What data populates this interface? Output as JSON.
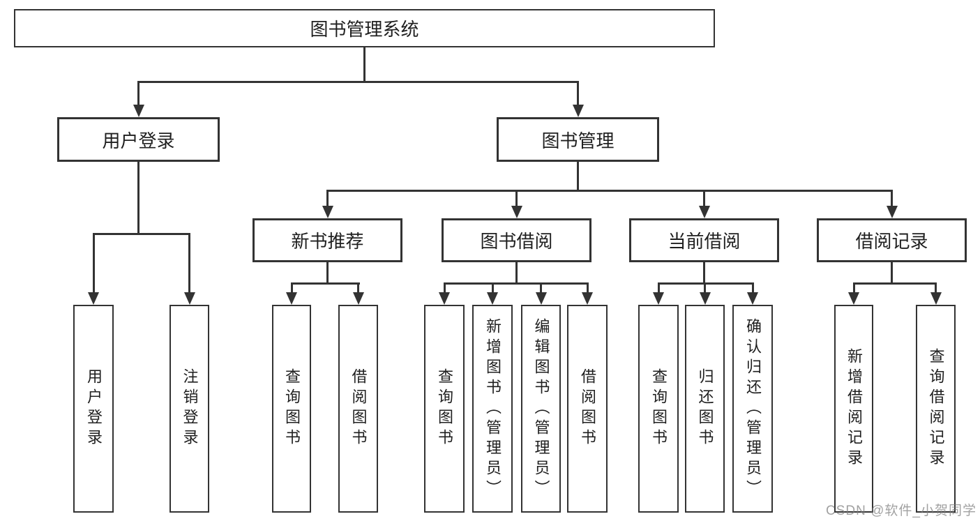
{
  "diagram": {
    "title": "图书管理系统",
    "watermark": "CSDN @软件_小贺同学",
    "colors": {
      "line": "#333333",
      "text": "#1f1f1f",
      "background": "#ffffff",
      "watermark": "#7d7d7d"
    },
    "tree": {
      "root": {
        "label": "图书管理系统"
      },
      "children": [
        {
          "label": "用户登录",
          "children": [
            {
              "label": "用户登录"
            },
            {
              "label": "注销登录"
            }
          ]
        },
        {
          "label": "图书管理",
          "children": [
            {
              "label": "新书推荐",
              "children": [
                {
                  "label": "查询图书"
                },
                {
                  "label": "借阅图书"
                }
              ]
            },
            {
              "label": "图书借阅",
              "children": [
                {
                  "label": "查询图书"
                },
                {
                  "label": "新增图书（管理员）"
                },
                {
                  "label": "编辑图书（管理员）"
                },
                {
                  "label": "借阅图书"
                }
              ]
            },
            {
              "label": "当前借阅",
              "children": [
                {
                  "label": "查询图书"
                },
                {
                  "label": "归还图书"
                },
                {
                  "label": "确认归还（管理员）"
                }
              ]
            },
            {
              "label": "借阅记录",
              "children": [
                {
                  "label": "新增借阅记录"
                },
                {
                  "label": "查询借阅记录"
                }
              ]
            }
          ]
        }
      ]
    }
  }
}
